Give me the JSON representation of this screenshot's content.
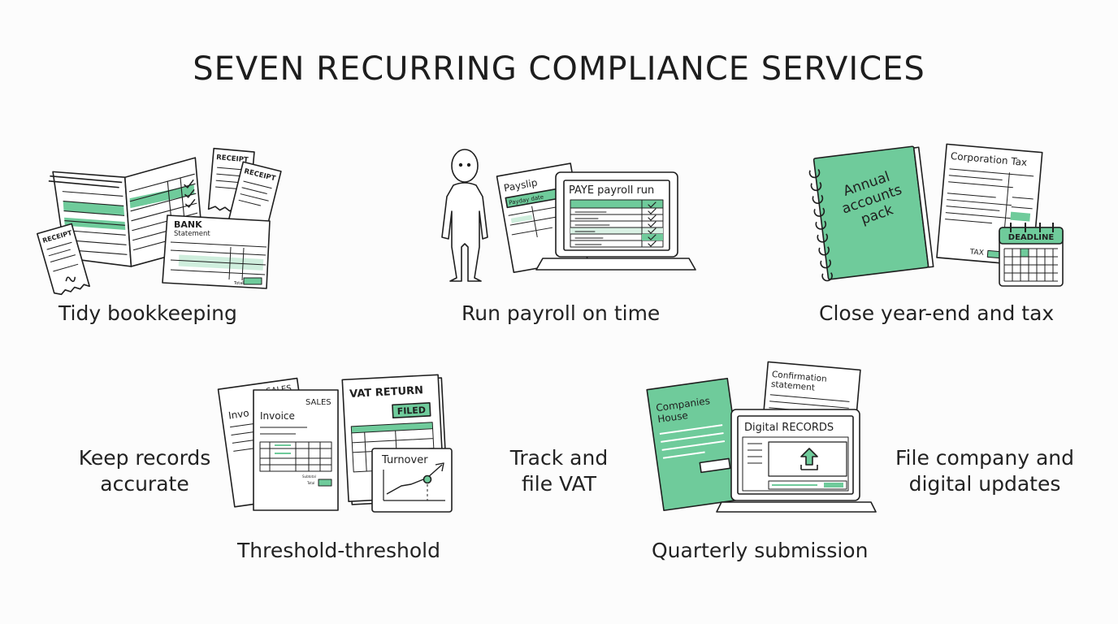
{
  "title": "SEVEN RECURRING COMPLIANCE SERVICES",
  "colors": {
    "accent": "#6fcb9b",
    "ink": "#1f1f1f",
    "paper": "#ffffff",
    "background": "#fcfcfc"
  },
  "services": {
    "bookkeeping": {
      "label": "Tidy bookkeeping",
      "receipt_1": "RECEIPT",
      "receipt_2": "RECEIPT",
      "receipt_3": "RECEIPT",
      "bank_line1": "BANK",
      "bank_line2": "Statement",
      "bank_footer": "Total"
    },
    "payroll": {
      "label": "Run payroll on time",
      "payslip": "Payslip",
      "payday": "Payday date",
      "screen_title": "PAYE payroll run"
    },
    "year_end": {
      "label": "Close year-end and tax",
      "book_line1": "Annual",
      "book_line2": "accounts",
      "book_line3": "pack",
      "form_title": "Corporation Tax",
      "form_tag": "TAX",
      "calendar": "DEADLINE"
    },
    "records": {
      "label_line1": "Keep records",
      "label_line2": "accurate"
    },
    "vat": {
      "label_line1": "Track and",
      "label_line2": "file VAT",
      "invoice_back": "Invo",
      "sales_back": "SALES",
      "invoice_title": "Invoice",
      "invoice_sales": "SALES",
      "invoice_subtotal": "Subtotal",
      "invoice_total": "Total",
      "return_title": "VAT RETURN",
      "filed": "FILED",
      "chart_title": "Turnover",
      "caption": "Threshold-threshold"
    },
    "company": {
      "label_line1": "File company and",
      "label_line2": "digital updates",
      "house_line1": "Companies",
      "house_line2": "House",
      "confirm_line1": "Confirmation",
      "confirm_line2": "statement",
      "screen_title": "Digital RECORDS",
      "caption": "Quarterly submission"
    }
  }
}
